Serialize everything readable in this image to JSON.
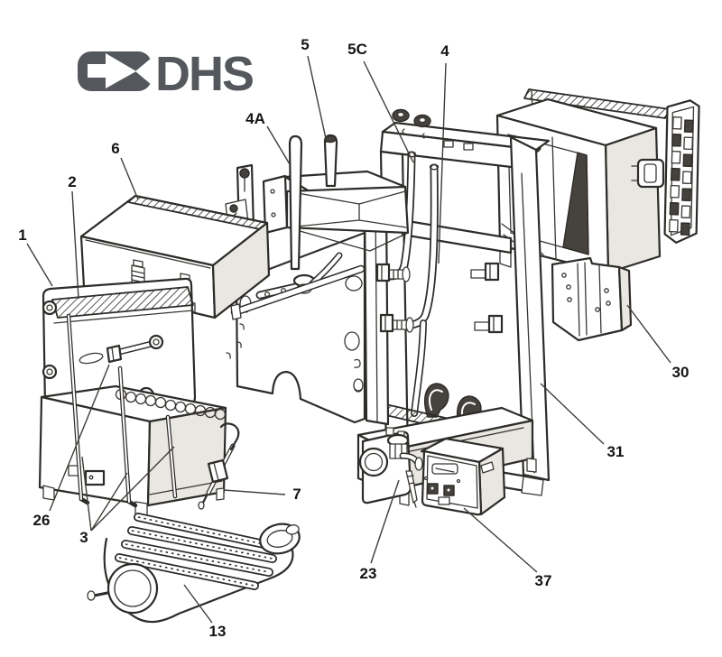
{
  "page": {
    "type": "exploded-parts-diagram",
    "background": "#ffffff",
    "line_color": "#2e2c29",
    "label_color": "#141414"
  },
  "brand": {
    "logo_text": "DHS",
    "logo_color": "#54575b",
    "logo_symbol": "arrow-in-rounded-pill"
  },
  "callouts": {
    "n1": {
      "label": "1"
    },
    "n2": {
      "label": "2"
    },
    "n3": {
      "label": "3"
    },
    "n4": {
      "label": "4"
    },
    "n4a": {
      "label": "4A"
    },
    "n5": {
      "label": "5"
    },
    "n5c": {
      "label": "5C"
    },
    "n6": {
      "label": "6"
    },
    "n7": {
      "label": "7"
    },
    "n13": {
      "label": "13"
    },
    "n23": {
      "label": "23"
    },
    "n26": {
      "label": "26"
    },
    "n30": {
      "label": "30"
    },
    "n31": {
      "label": "31"
    },
    "n37": {
      "label": "37"
    }
  }
}
